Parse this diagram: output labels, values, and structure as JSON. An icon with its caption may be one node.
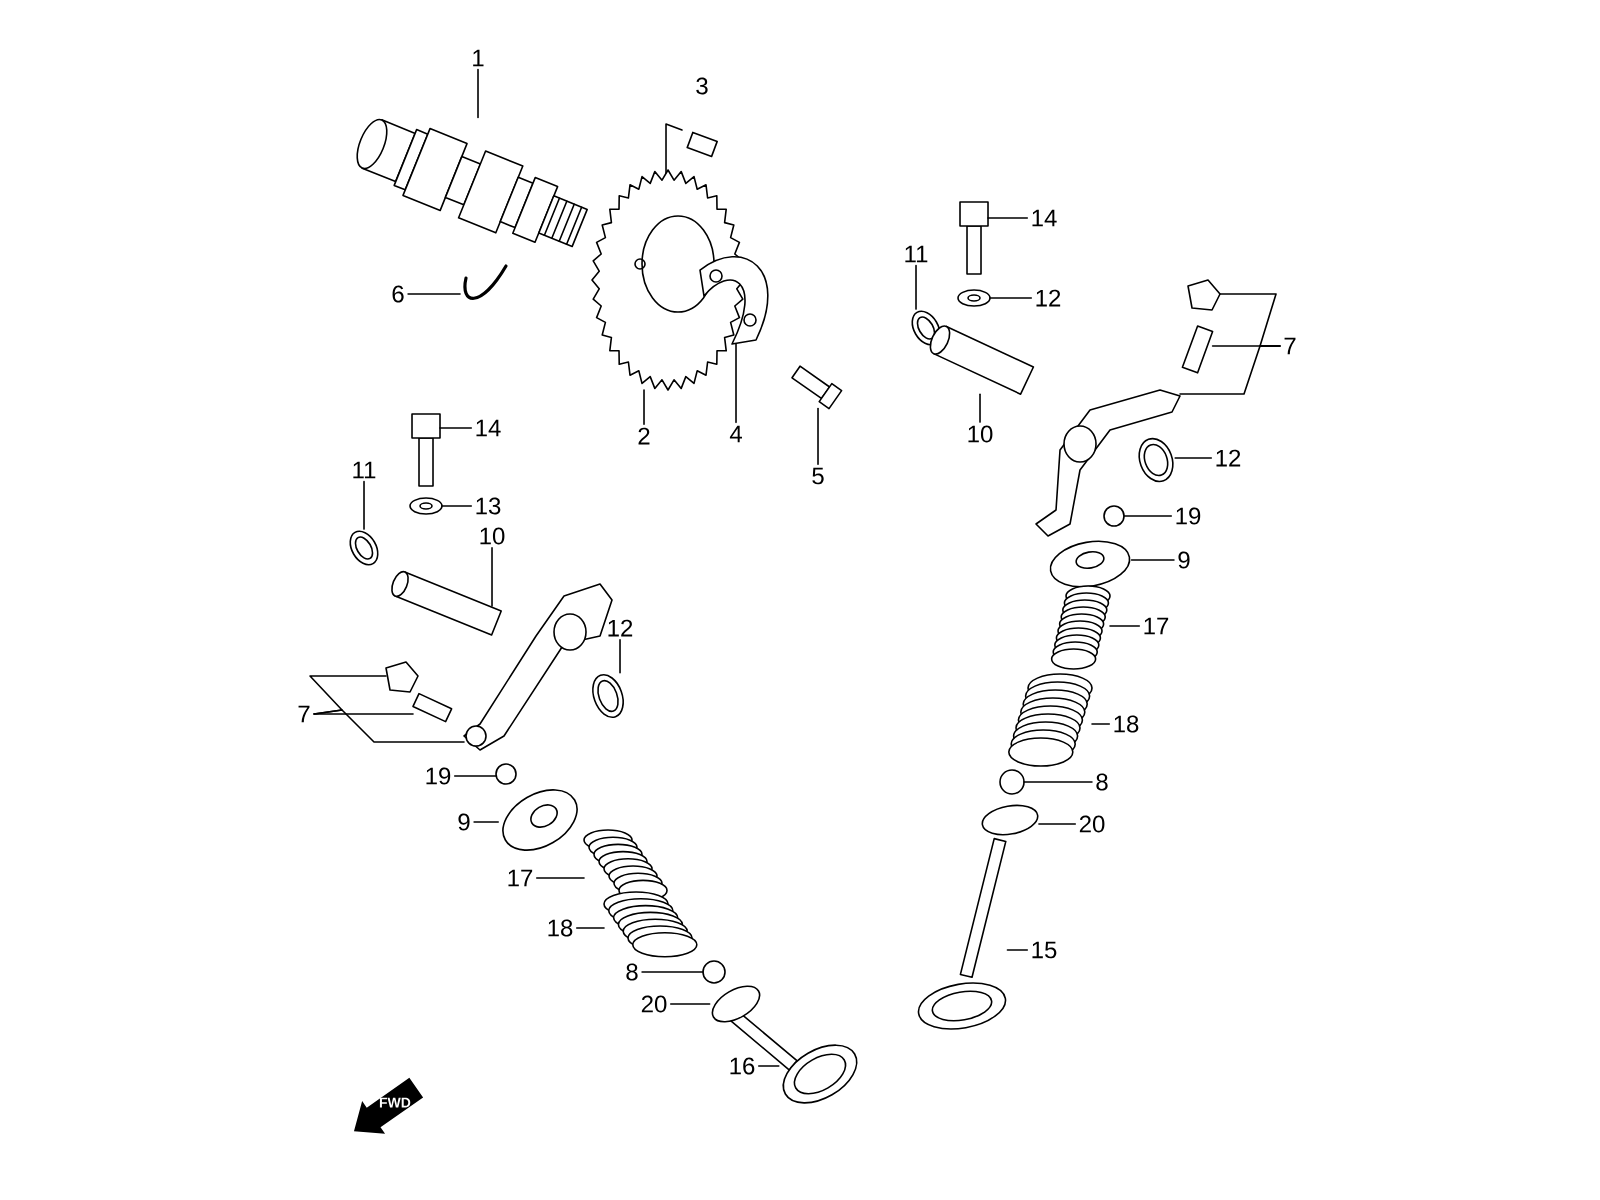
{
  "diagram": {
    "nodes": [
      {
        "text": [
          "1"
        ]
      },
      {
        "text": [
          "3"
        ]
      },
      {
        "text": [
          "14"
        ]
      },
      {
        "text": [
          "11"
        ]
      },
      {
        "text": [
          "6"
        ]
      },
      {
        "text": [
          "12"
        ]
      },
      {
        "text": [
          "7"
        ]
      },
      {
        "text": [
          "14"
        ]
      },
      {
        "text": [
          "10"
        ]
      },
      {
        "text": [
          "2"
        ]
      },
      {
        "text": [
          "4"
        ]
      },
      {
        "text": [
          "12"
        ]
      },
      {
        "text": [
          "11"
        ]
      },
      {
        "text": [
          "5"
        ]
      },
      {
        "text": [
          "13"
        ]
      },
      {
        "text": [
          "19"
        ]
      },
      {
        "text": [
          "10"
        ]
      },
      {
        "text": [
          "9"
        ]
      },
      {
        "text": [
          "12"
        ]
      },
      {
        "text": [
          "17"
        ]
      },
      {
        "text": [
          "7"
        ]
      },
      {
        "text": [
          "18"
        ]
      },
      {
        "text": [
          "19"
        ]
      },
      {
        "text": [
          "8"
        ]
      },
      {
        "text": [
          "9"
        ]
      },
      {
        "text": [
          "20"
        ]
      },
      {
        "text": [
          "17"
        ]
      },
      {
        "text": [
          "18"
        ]
      },
      {
        "text": [
          "15"
        ]
      },
      {
        "text": [
          "8"
        ]
      },
      {
        "text": [
          "20"
        ]
      },
      {
        "text": [
          "16"
        ]
      },
      {
        "text": [],
        "shape": "picture"
      },
      {
        "text": [],
        "shape": "picture"
      },
      {
        "text": [],
        "shape": "picture"
      },
      {
        "text": [],
        "shape": "picture"
      },
      {
        "text": [],
        "shape": "picture"
      },
      {
        "text": [],
        "shape": "picture"
      },
      {
        "text": [],
        "shape": "picture"
      },
      {
        "text": [],
        "shape": "picture"
      },
      {
        "text": [],
        "shape": "picture"
      },
      {
        "text": [],
        "shape": "picture"
      },
      {
        "text": [],
        "shape": "picture"
      },
      {
        "text": [],
        "shape": "picture"
      },
      {
        "text": [],
        "shape": "picture"
      },
      {
        "text": [],
        "shape": "picture"
      },
      {
        "text": [],
        "shape": "picture"
      },
      {
        "text": [],
        "shape": "picture"
      },
      {
        "text": [],
        "shape": "circle"
      },
      {
        "text": [],
        "shape": "picture"
      },
      {
        "text": [],
        "shape": "picture"
      },
      {
        "text": [],
        "shape": "picture"
      },
      {
        "text": [],
        "shape": "picture"
      },
      {
        "text": [],
        "shape": "picture"
      },
      {
        "text": [],
        "shape": "picture"
      },
      {
        "text": [],
        "shape": "picture"
      },
      {
        "text": [],
        "shape": "picture"
      },
      {
        "text": [],
        "shape": "circle"
      },
      {
        "text": [],
        "shape": "circle"
      },
      {
        "text": [],
        "shape": "picture"
      },
      {
        "text": [],
        "shape": "picture"
      },
      {
        "text": [],
        "shape": "picture"
      },
      {
        "text": [],
        "shape": "picture"
      },
      {
        "text": [],
        "shape": "picture"
      },
      {
        "text": [],
        "shape": "circle"
      },
      {
        "text": [],
        "shape": "picture"
      },
      {
        "text": [],
        "shape": "picture"
      }
    ],
    "edges": [
      {
        "from": 0,
        "to": 32,
        "arrow": "none"
      },
      {
        "from": 2,
        "to": 33,
        "arrow": "none"
      },
      {
        "from": 3,
        "to": 34,
        "arrow": "none"
      },
      {
        "from": 4,
        "to": 35,
        "arrow": "none"
      },
      {
        "from": 5,
        "to": 36,
        "arrow": "none"
      },
      {
        "from": 6,
        "to": 37,
        "arrow": "none"
      },
      {
        "from": 6,
        "to": 38,
        "arrow": "none"
      },
      {
        "from": 6,
        "to": 39,
        "arrow": "none"
      },
      {
        "from": 7,
        "to": 40,
        "arrow": "none"
      },
      {
        "from": 8,
        "to": 41,
        "arrow": "none"
      },
      {
        "from": 9,
        "to": 42,
        "arrow": "none"
      },
      {
        "from": 10,
        "to": 43,
        "arrow": "none"
      },
      {
        "from": 11,
        "to": 44,
        "arrow": "none"
      },
      {
        "from": 12,
        "to": 45,
        "arrow": "none"
      },
      {
        "from": 13,
        "to": 46,
        "arrow": "none"
      },
      {
        "from": 14,
        "to": 47,
        "arrow": "none"
      },
      {
        "from": 15,
        "to": 48,
        "arrow": "none"
      },
      {
        "from": 16,
        "to": 49,
        "arrow": "none"
      },
      {
        "from": 17,
        "to": 50,
        "arrow": "none"
      },
      {
        "from": 18,
        "to": 51,
        "arrow": "none"
      },
      {
        "from": 19,
        "to": 52,
        "arrow": "none"
      },
      {
        "from": 20,
        "to": 53,
        "arrow": "none"
      },
      {
        "from": 20,
        "to": 54,
        "arrow": "none"
      },
      {
        "from": 20,
        "to": 55,
        "arrow": "none"
      },
      {
        "from": 21,
        "to": 56,
        "arrow": "none"
      },
      {
        "from": 22,
        "to": 57,
        "arrow": "none"
      },
      {
        "from": 23,
        "to": 58,
        "arrow": "none"
      },
      {
        "from": 24,
        "to": 59,
        "arrow": "none"
      },
      {
        "from": 25,
        "to": 60,
        "arrow": "none"
      },
      {
        "from": 26,
        "to": 61,
        "arrow": "none"
      },
      {
        "from": 27,
        "to": 62,
        "arrow": "none"
      },
      {
        "from": 28,
        "to": 63,
        "arrow": "none"
      },
      {
        "from": 29,
        "to": 64,
        "arrow": "none"
      },
      {
        "from": 30,
        "to": 65,
        "arrow": "none"
      },
      {
        "from": 31,
        "to": 66,
        "arrow": "none"
      }
    ],
    "labels": [
      "FWD"
    ]
  }
}
